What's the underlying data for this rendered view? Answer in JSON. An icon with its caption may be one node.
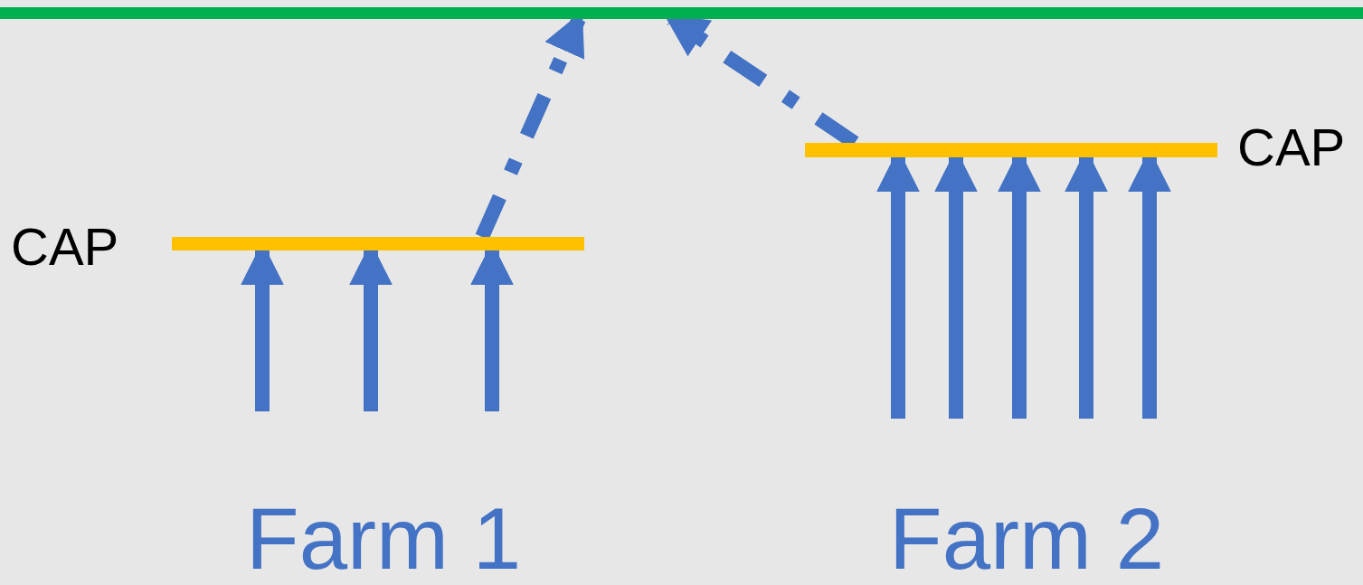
{
  "diagram": {
    "nodes": [
      {
        "text": [],
        "shape": "bar"
      },
      {
        "text": [],
        "shape": "bar",
        "beside": [
          "CAP"
        ]
      },
      {
        "text": [],
        "shape": "bar",
        "beside": [
          "CAP"
        ]
      }
    ],
    "edges": [
      {
        "from": null,
        "to": 1,
        "arrow": "to"
      },
      {
        "from": null,
        "to": 1,
        "arrow": "to"
      },
      {
        "from": null,
        "to": 1,
        "arrow": "to"
      },
      {
        "from": null,
        "to": 2,
        "arrow": "to"
      },
      {
        "from": null,
        "to": 2,
        "arrow": "to"
      },
      {
        "from": null,
        "to": 2,
        "arrow": "to"
      },
      {
        "from": null,
        "to": 2,
        "arrow": "to"
      },
      {
        "from": null,
        "to": 2,
        "arrow": "to"
      },
      {
        "from": 1,
        "to": 0,
        "arrow": "to",
        "style": "dashed"
      },
      {
        "from": 2,
        "to": 0,
        "arrow": "to",
        "style": "dashed"
      }
    ],
    "labels": [
      "Farm 1",
      "Farm 2"
    ]
  }
}
